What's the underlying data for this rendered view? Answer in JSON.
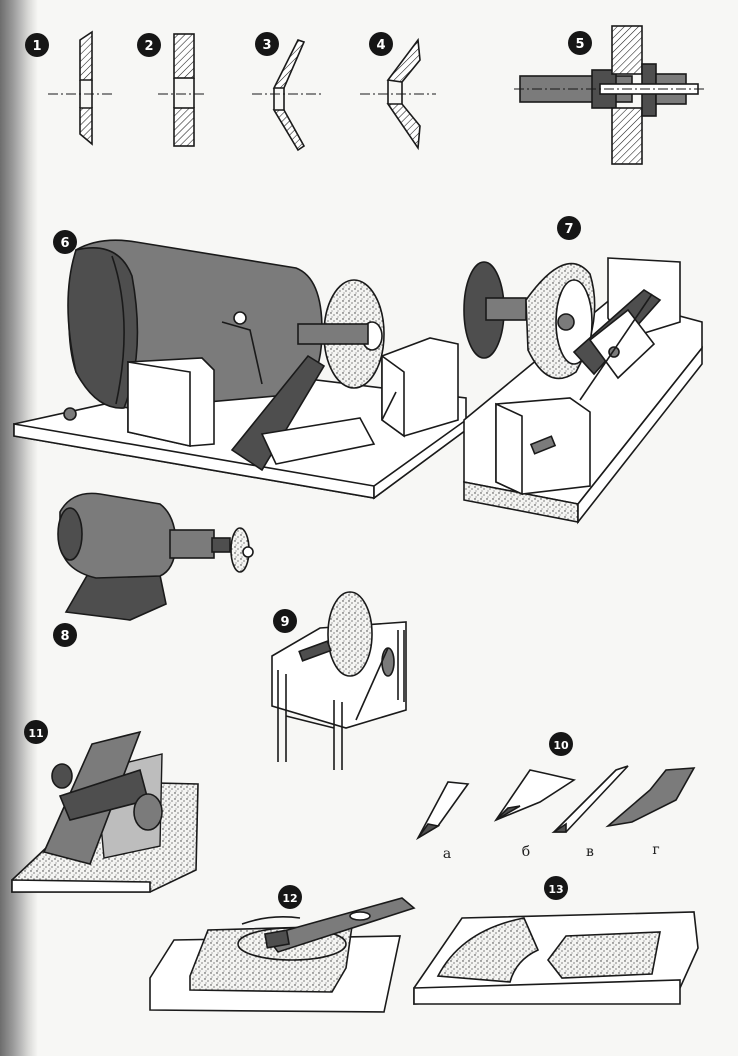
{
  "figures": [
    {
      "number": "1",
      "name": "flat-wheel-section"
    },
    {
      "number": "2",
      "name": "straight-wheel-section"
    },
    {
      "number": "3",
      "name": "cup-wheel-section"
    },
    {
      "number": "4",
      "name": "bowl-wheel-section"
    },
    {
      "number": "5",
      "name": "wheel-mounting-section"
    },
    {
      "number": "6",
      "name": "motor-grinder-with-jig"
    },
    {
      "number": "7",
      "name": "cup-wheel-grinding-jig"
    },
    {
      "number": "8",
      "name": "electric-motor-with-wheel"
    },
    {
      "number": "9",
      "name": "grinding-stand"
    },
    {
      "number": "10",
      "name": "blade-profiles"
    },
    {
      "number": "11",
      "name": "whetstone-holder"
    },
    {
      "number": "12",
      "name": "plane-iron-on-stone"
    },
    {
      "number": "13",
      "name": "whetstones-on-board"
    }
  ],
  "blade_profiles": {
    "labels": [
      "а",
      "б",
      "в",
      "г"
    ]
  },
  "colors": {
    "ink": "#1a1a1a",
    "paper": "#f7f7f5",
    "badge": "#161616",
    "shade": "#7b7b7b"
  }
}
